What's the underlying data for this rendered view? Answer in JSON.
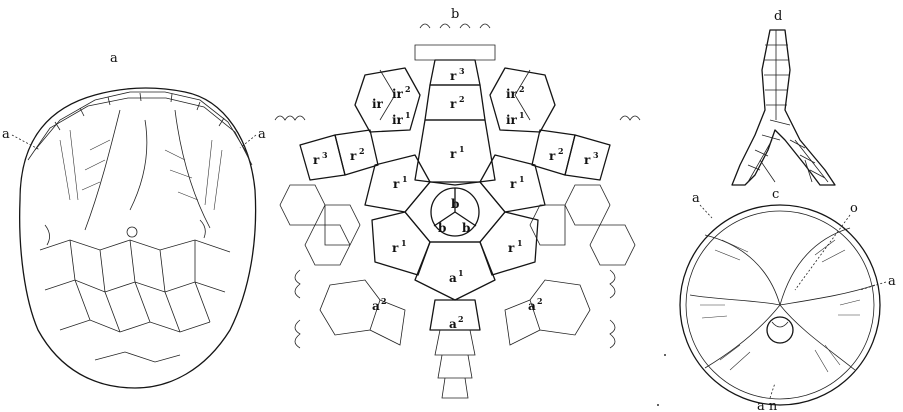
{
  "figure_labels": {
    "a": "a",
    "b": "b",
    "c": "c",
    "d": "d"
  },
  "pointer_labels": {
    "left_a": "a",
    "right_a": "a",
    "c_top_a": "a",
    "c_right_a": "a",
    "c_o": "o",
    "c_an": "a n"
  },
  "plate_labels": {
    "b": "b",
    "r1": "r",
    "r2": "r",
    "r3": "r",
    "ir": "ir",
    "a": "a",
    "sup1": "1",
    "sup2": "2",
    "sup3": "3"
  }
}
